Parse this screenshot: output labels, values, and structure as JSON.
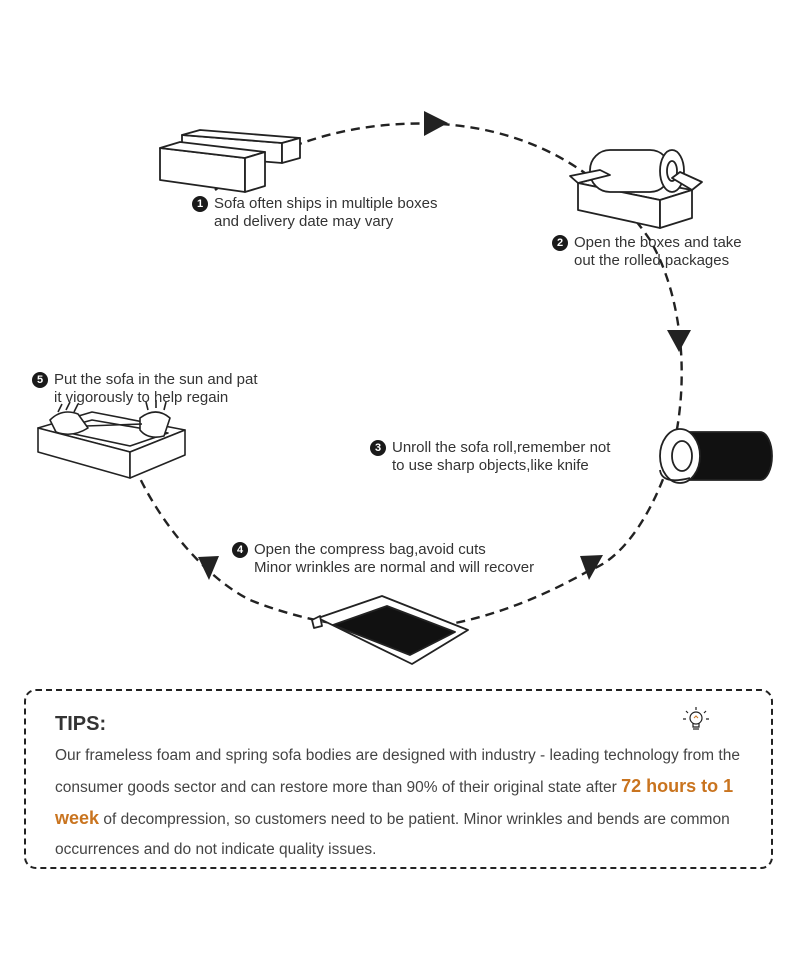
{
  "steps": [
    {
      "number": "1",
      "lines": [
        "Sofa often ships in multiple boxes",
        "and delivery date may vary"
      ]
    },
    {
      "number": "2",
      "lines": [
        "Open the boxes and take",
        "out the rolled packages"
      ]
    },
    {
      "number": "3",
      "lines": [
        "Unroll the sofa roll,remember not",
        "to use sharp objects,like knife"
      ]
    },
    {
      "number": "4",
      "lines": [
        "Open the compress bag,avoid cuts",
        "Minor wrinkles are normal and will recover"
      ]
    },
    {
      "number": "5",
      "lines": [
        "Put the sofa in the sun and pat",
        "it vigorously to help regain"
      ]
    }
  ],
  "illustrations": {
    "step1": "shipping-boxes-icon",
    "step2": "open-box-roll-icon",
    "step3": "sofa-roll-icon",
    "step4": "compress-bag-icon",
    "step5": "hands-pat-sofa-icon"
  },
  "tips": {
    "title": "TIPS:",
    "icon": "lightbulb-icon",
    "text_before": "Our frameless foam and spring sofa bodies are designed with industry - leading technology from the consumer goods sector and can restore more than 90% of their original state after ",
    "highlight": "72 hours to 1 week",
    "text_after": " of decompression, so customers need to be patient. Minor wrinkles and bends are common occurrences and do not indicate quality issues."
  },
  "colors": {
    "highlight": "#c9741f",
    "ink": "#1a1a1a",
    "text": "#333333"
  }
}
